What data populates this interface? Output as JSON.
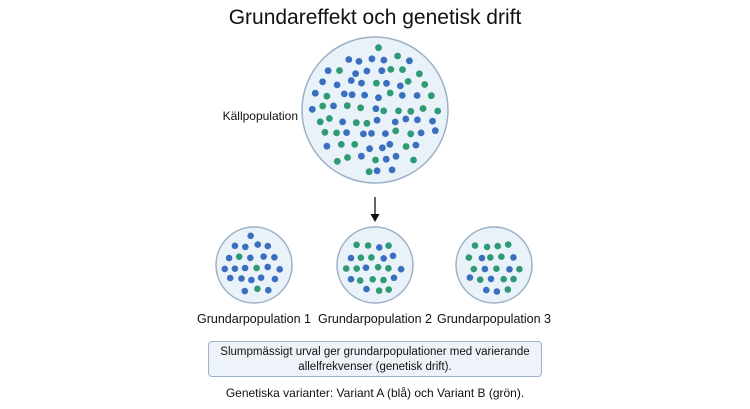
{
  "title": "Grundareffekt och genetisk drift",
  "source_population": {
    "label": "Källpopulation"
  },
  "founder_populations": [
    {
      "label": "Grundarpopulation 1"
    },
    {
      "label": "Grundarpopulation 2"
    },
    {
      "label": "Grundarpopulation 3"
    }
  ],
  "caption": "Slumpmässigt urval ger grundarpopulationer med varierande allelfrekvenser (genetisk drift).",
  "legend_note": "Genetiska varianter: Variant A (blå) och Variant B (grön).",
  "colors": {
    "variant_a": "#3a6fc0",
    "variant_b": "#2f9a74",
    "circle_fill": "#e9f1f9",
    "circle_stroke": "#9cb0c6",
    "arrow": "#111111"
  }
}
